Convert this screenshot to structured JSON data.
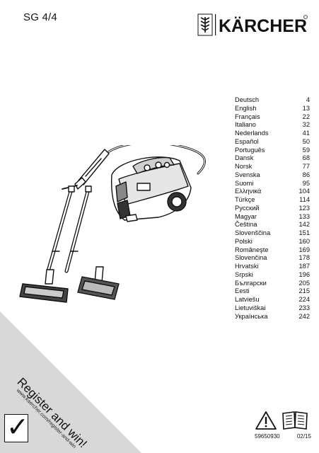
{
  "header": {
    "model": "SG 4/4",
    "brand": "KÄRCHER"
  },
  "languages": [
    {
      "name": "Deutsch",
      "page": "4"
    },
    {
      "name": "English",
      "page": "13"
    },
    {
      "name": "Français",
      "page": "22"
    },
    {
      "name": "Italiano",
      "page": "32"
    },
    {
      "name": "Nederlands",
      "page": "41"
    },
    {
      "name": "Español",
      "page": "50"
    },
    {
      "name": "Português",
      "page": "59"
    },
    {
      "name": "Dansk",
      "page": "68"
    },
    {
      "name": "Norsk",
      "page": "77"
    },
    {
      "name": "Svenska",
      "page": "86"
    },
    {
      "name": "Suomi",
      "page": "95"
    },
    {
      "name": "Ελληνικά",
      "page": "104"
    },
    {
      "name": "Türkçe",
      "page": "114"
    },
    {
      "name": "Русский",
      "page": "123"
    },
    {
      "name": "Magyar",
      "page": "133"
    },
    {
      "name": "Čeština",
      "page": "142"
    },
    {
      "name": "Slovenščina",
      "page": "151"
    },
    {
      "name": "Polski",
      "page": "160"
    },
    {
      "name": "Româneşte",
      "page": "169"
    },
    {
      "name": "Slovenčina",
      "page": "178"
    },
    {
      "name": "Hrvatski",
      "page": "187"
    },
    {
      "name": "Srpski",
      "page": "196"
    },
    {
      "name": "Български",
      "page": "205"
    },
    {
      "name": "Eesti",
      "page": "215"
    },
    {
      "name": "Latviešu",
      "page": "224"
    },
    {
      "name": "Lietuviškai",
      "page": "233"
    },
    {
      "name": "Українська",
      "page": "242"
    }
  ],
  "register": {
    "title": "Register and win!",
    "url": "www.kaercher.com/register-and-win",
    "check_glyph": "✓"
  },
  "footer": {
    "doc_number": "59650930",
    "date_code": "02/15"
  },
  "colors": {
    "corner_band": "#d8d8d8",
    "ink": "#111111"
  }
}
